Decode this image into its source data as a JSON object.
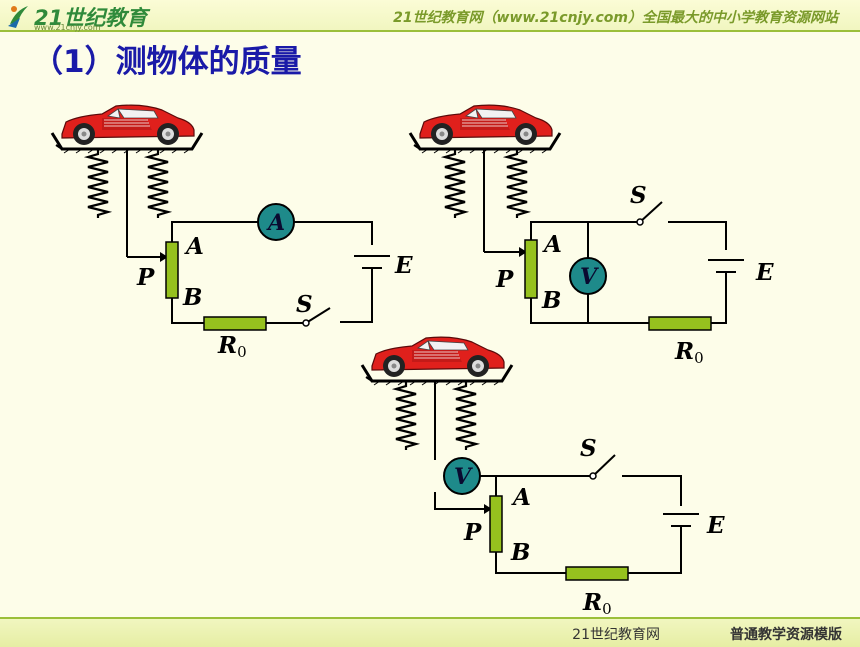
{
  "header": {
    "logo_text": "21世纪教育",
    "logo_sub": "www.21cnjy.com",
    "site_banner": "21世纪教育网（www.21cnjy.com）全国最大的中小学教育资源网站"
  },
  "title": "（1）测物体的质量",
  "labels": {
    "terminal_a": "A",
    "terminal_b": "B",
    "slider": "P",
    "switch": "S",
    "battery": "E",
    "resistor_main": "R",
    "resistor_sub": "0",
    "ammeter": "A",
    "voltmeter": "V"
  },
  "footer": {
    "left": "21世纪教育网",
    "right": "普通教学资源模版"
  },
  "colors": {
    "meter_fill": "#1e8a8a",
    "resistor_fill": "#96c11e",
    "car_body": "#e0201c",
    "title": "#1a1aa8"
  }
}
